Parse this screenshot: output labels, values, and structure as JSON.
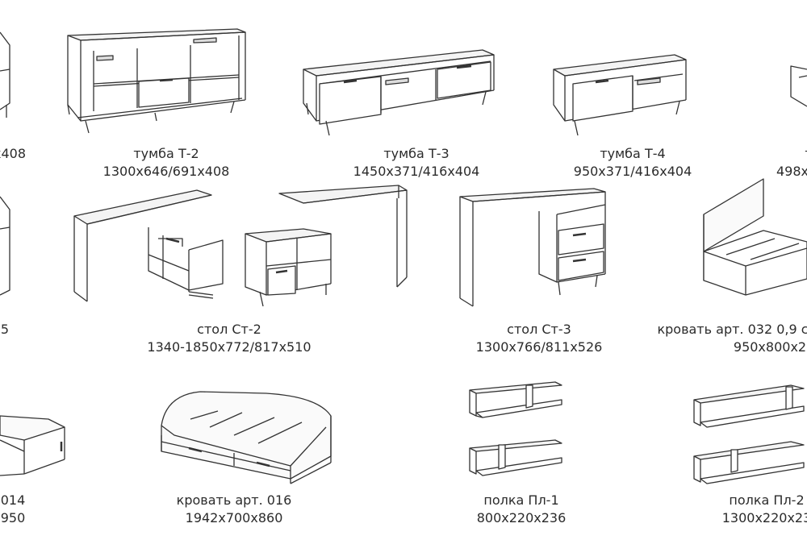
{
  "catalog": {
    "items": [
      {
        "name": "",
        "size": "x408"
      },
      {
        "name": "тумба Т-2",
        "size": "1300x646/691x408"
      },
      {
        "name": "тумба Т-3",
        "size": "1450x371/416x404"
      },
      {
        "name": "тумба Т-4",
        "size": "950x371/416x404"
      },
      {
        "name": "т",
        "size": "498x"
      },
      {
        "name": "",
        "size": "5"
      },
      {
        "name": "стол Ст-2",
        "size": "1340-1850x772/817x510"
      },
      {
        "name": "стол Ст-3",
        "size": "1300x766/811x526"
      },
      {
        "name": "кровать арт. 032 0,9 с",
        "size": "950x800x2"
      },
      {
        "name": "014",
        "size": "950"
      },
      {
        "name": "кровать арт. 016",
        "size": "1942x700x860"
      },
      {
        "name": "полка Пл-1",
        "size": "800x220x236"
      },
      {
        "name": "полка Пл-2",
        "size": "1300x220x23"
      }
    ]
  }
}
